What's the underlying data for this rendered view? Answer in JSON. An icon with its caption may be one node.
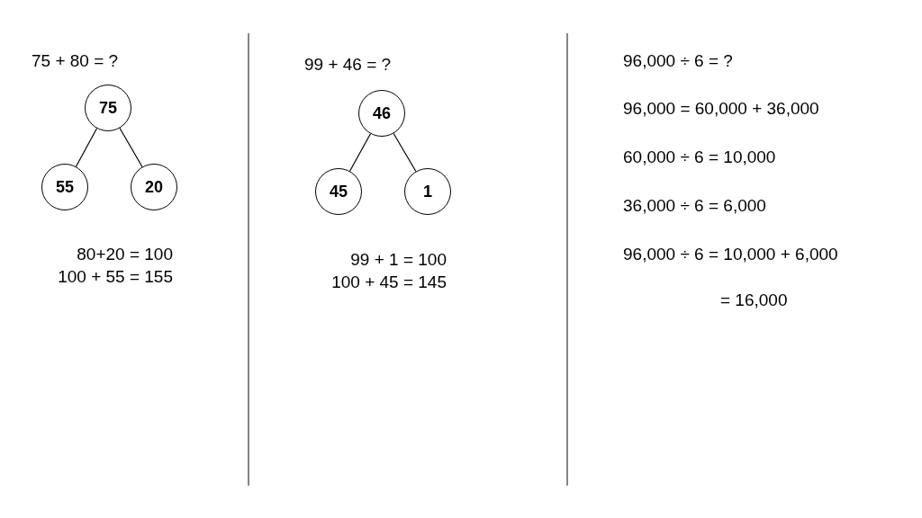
{
  "diagram": {
    "nodes": [
      {
        "text": [
          "75"
        ]
      },
      {
        "text": [
          "55"
        ]
      },
      {
        "text": [
          "20"
        ]
      },
      {
        "text": [
          "46"
        ]
      },
      {
        "text": [
          "45"
        ]
      },
      {
        "text": [
          "1"
        ]
      }
    ],
    "edges": [
      {
        "from": 0,
        "to": 1,
        "arrow": "none"
      },
      {
        "from": 0,
        "to": 2,
        "arrow": "none"
      },
      {
        "from": 3,
        "to": 4,
        "arrow": "none"
      },
      {
        "from": 3,
        "to": 5,
        "arrow": "none"
      }
    ],
    "labels": [
      "75 + 80 = ?",
      "80+20 = 100",
      "100 + 55 = 155",
      "99 + 46 = ?",
      "99 + 1 = 100",
      "100 + 45 = 145",
      "96,000 ÷ 6 = ?",
      "96,000 = 60,000 + 36,000",
      "60,000 ÷ 6 = 10,000",
      "36,000 ÷ 6 = 6,000",
      "96,000 ÷ 6 = 10,000 + 6,000",
      "= 16,000"
    ]
  }
}
